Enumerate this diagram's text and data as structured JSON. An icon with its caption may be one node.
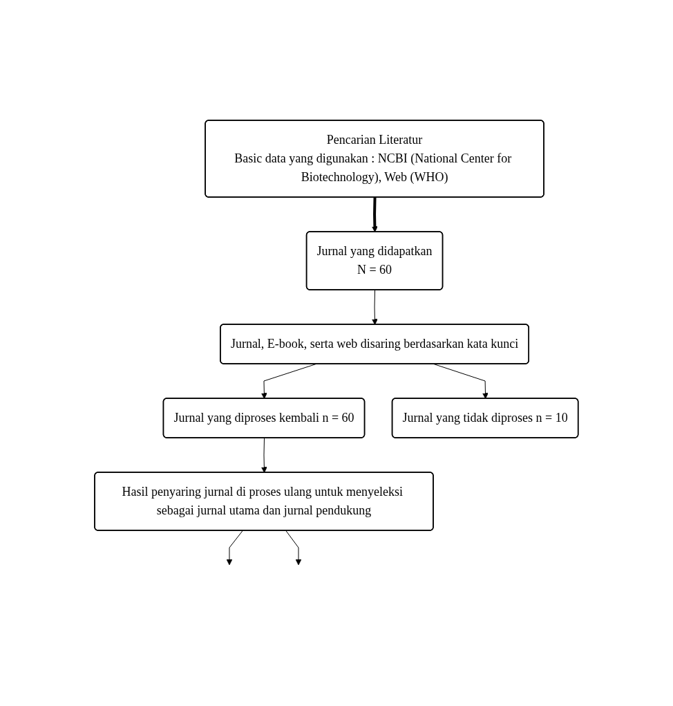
{
  "diagram": {
    "nodes": [
      {
        "text": [
          "Pencarian Literatur",
          "Basic data yang digunakan : NCBI (National Center for Biotechnology), Web (WHO)"
        ]
      },
      {
        "text": [
          "Jurnal yang didapatkan",
          "N = 60"
        ]
      },
      {
        "text": [
          "Jurnal, E-book, serta web disaring berdasarkan kata kunci"
        ]
      },
      {
        "text": [
          "Jurnal yang diproses kembali n = 60"
        ]
      },
      {
        "text": [
          "Jurnal yang tidak diproses n = 10"
        ]
      },
      {
        "text": [
          "Hasil penyaring jurnal di proses ulang untuk menyeleksi sebagai jurnal utama dan jurnal pendukung"
        ]
      }
    ],
    "edges": [
      {
        "from": 0,
        "to": 1,
        "arrow": "to",
        "style": "thick"
      },
      {
        "from": 1,
        "to": 2,
        "arrow": "to"
      },
      {
        "from": 2,
        "to": 3,
        "arrow": "to"
      },
      {
        "from": 2,
        "to": 4,
        "arrow": "to"
      },
      {
        "from": 3,
        "to": 5,
        "arrow": "to"
      },
      {
        "from": 5,
        "to": null,
        "arrow": "to"
      },
      {
        "from": 5,
        "to": null,
        "arrow": "to"
      }
    ]
  }
}
